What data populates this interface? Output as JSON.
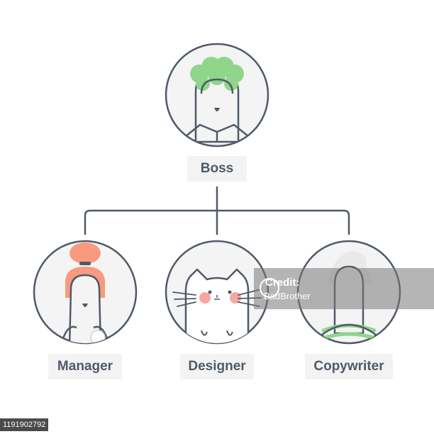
{
  "nodes": {
    "boss": {
      "label": "Boss"
    },
    "manager": {
      "label": "Manager"
    },
    "designer": {
      "label": "Designer"
    },
    "copywriter": {
      "label": "Copywriter"
    }
  },
  "edges": [
    {
      "from": "Boss",
      "to": "Manager"
    },
    {
      "from": "Boss",
      "to": "Designer"
    },
    {
      "from": "Boss",
      "to": "Copywriter"
    }
  ],
  "colors": {
    "outline": "#4f5a68",
    "face_fill": "#f4f4f4",
    "label_bg": "#f3f3f3",
    "boss_hair": "#8fd68a",
    "manager_hair": "#f79a80",
    "cat_cheeks": "#f7a6a0",
    "copywriter_stripes": "#8fd68a"
  },
  "watermark": {
    "title": "Credit:",
    "credit": "BadBrother"
  },
  "photo_id": "1191902792"
}
